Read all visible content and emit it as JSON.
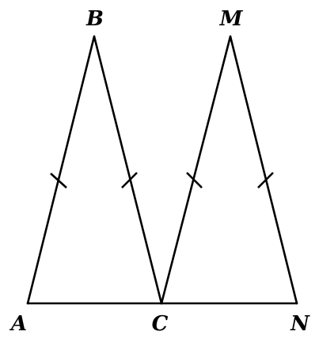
{
  "diagram": {
    "points": {
      "A": {
        "label": "A"
      },
      "B": {
        "label": "B"
      },
      "C": {
        "label": "C"
      },
      "M": {
        "label": "M"
      },
      "N": {
        "label": "N"
      }
    },
    "segments": [
      {
        "from": "A",
        "to": "B",
        "tick": true
      },
      {
        "from": "B",
        "to": "C",
        "tick": true
      },
      {
        "from": "C",
        "to": "M",
        "tick": true
      },
      {
        "from": "M",
        "to": "N",
        "tick": true
      },
      {
        "from": "A",
        "to": "C",
        "tick": false
      },
      {
        "from": "C",
        "to": "N",
        "tick": false
      }
    ],
    "colors": {
      "stroke": "#000000",
      "background": "#ffffff"
    }
  }
}
